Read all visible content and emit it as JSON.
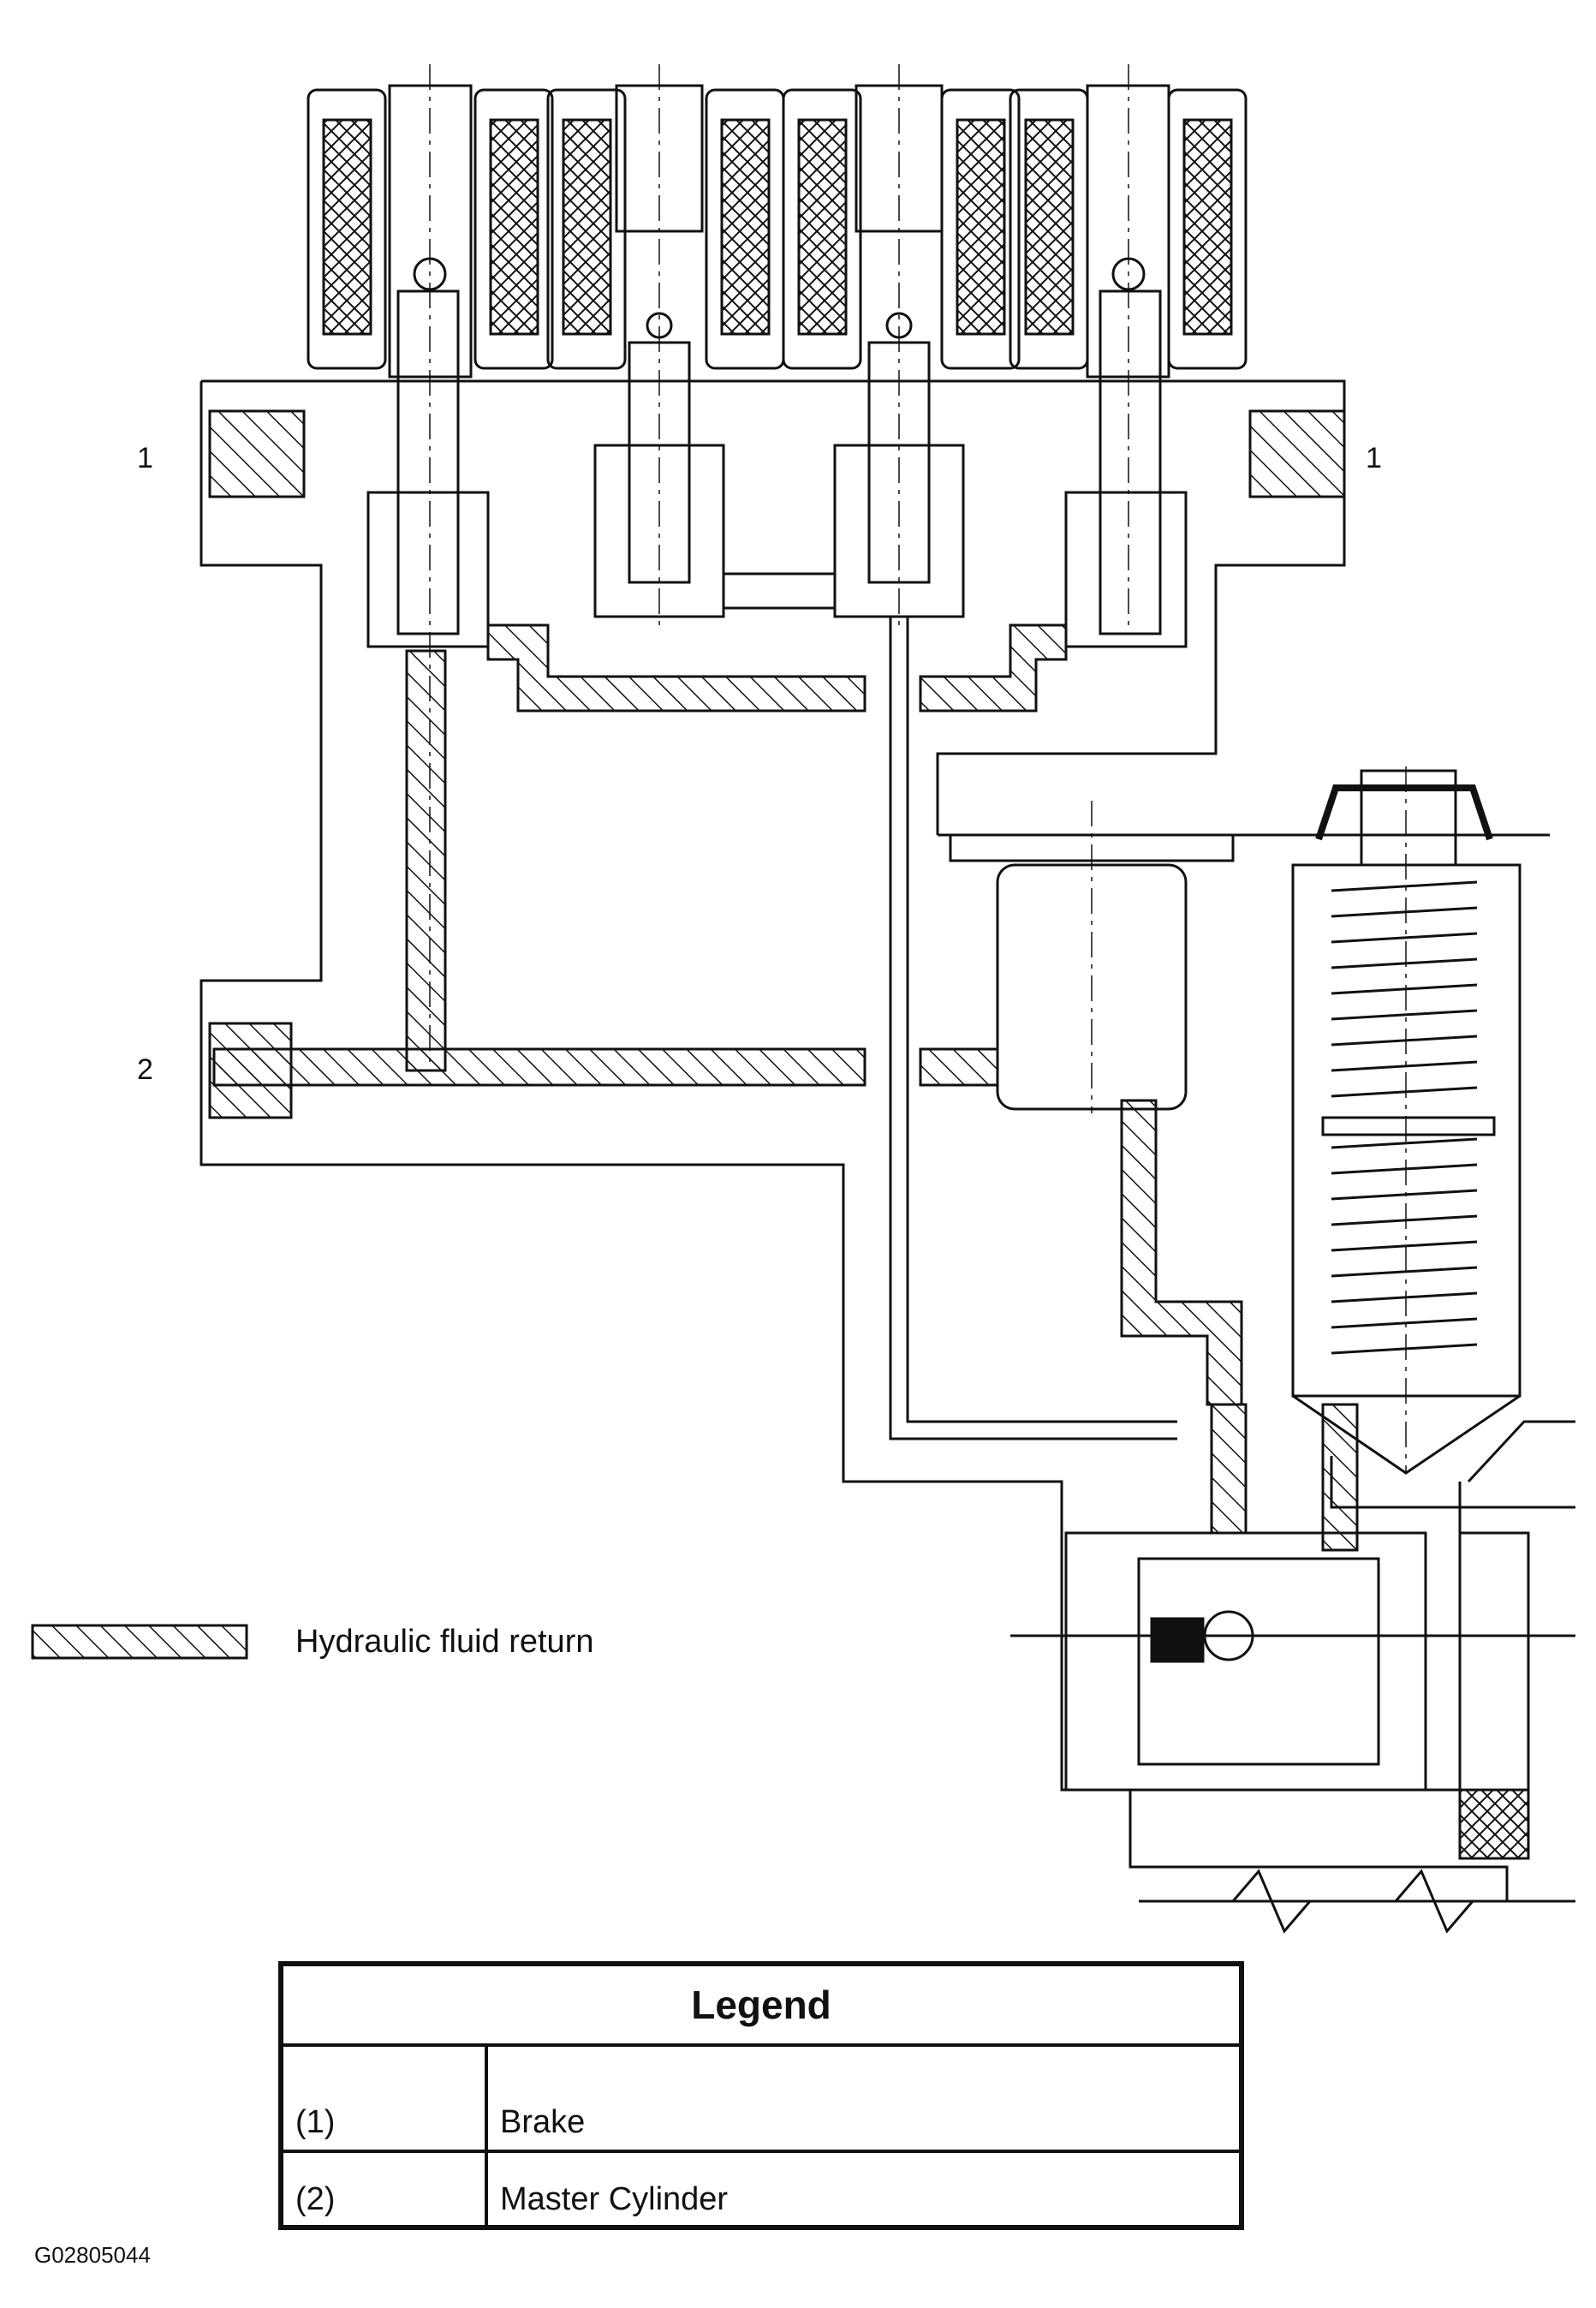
{
  "callouts": {
    "brake_left": "1",
    "brake_right": "1",
    "master_cylinder": "2"
  },
  "key": {
    "label": "Hydraulic fluid return"
  },
  "legend": {
    "title": "Legend",
    "rows": [
      {
        "num": "(1)",
        "desc": "Brake"
      },
      {
        "num": "(2)",
        "desc": "Master Cylinder"
      }
    ]
  },
  "figure_id": "G02805044"
}
